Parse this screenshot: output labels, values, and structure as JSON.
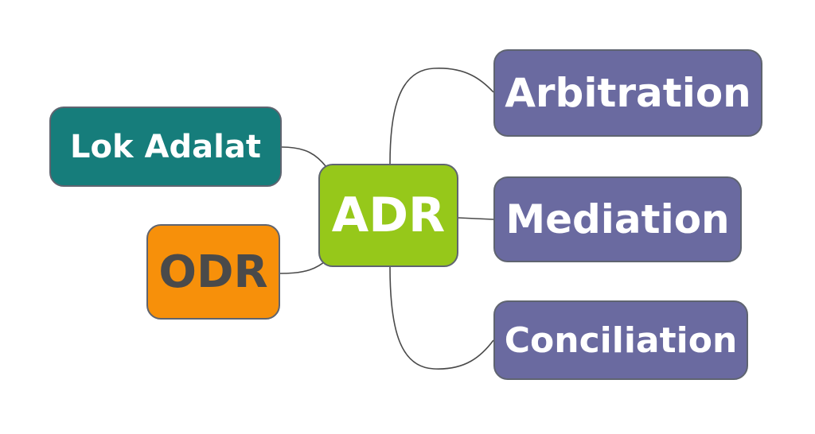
{
  "diagram": {
    "center": {
      "label": "ADR",
      "bg": "#96c81a",
      "text_color": "#ffffff"
    },
    "left_nodes": [
      {
        "label": "Lok Adalat",
        "bg": "#167d7b",
        "text_color": "#ffffff"
      },
      {
        "label": "ODR",
        "bg": "#f7900a",
        "text_color": "#4a4a4a"
      }
    ],
    "right_nodes": [
      {
        "label": "Arbitration",
        "bg": "#6a6aa0",
        "text_color": "#ffffff"
      },
      {
        "label": "Mediation",
        "bg": "#6a6aa0",
        "text_color": "#ffffff"
      },
      {
        "label": "Conciliation",
        "bg": "#6a6aa0",
        "text_color": "#ffffff"
      }
    ],
    "connector_color": "#4a4a4a",
    "border_color": "#5f6470"
  }
}
